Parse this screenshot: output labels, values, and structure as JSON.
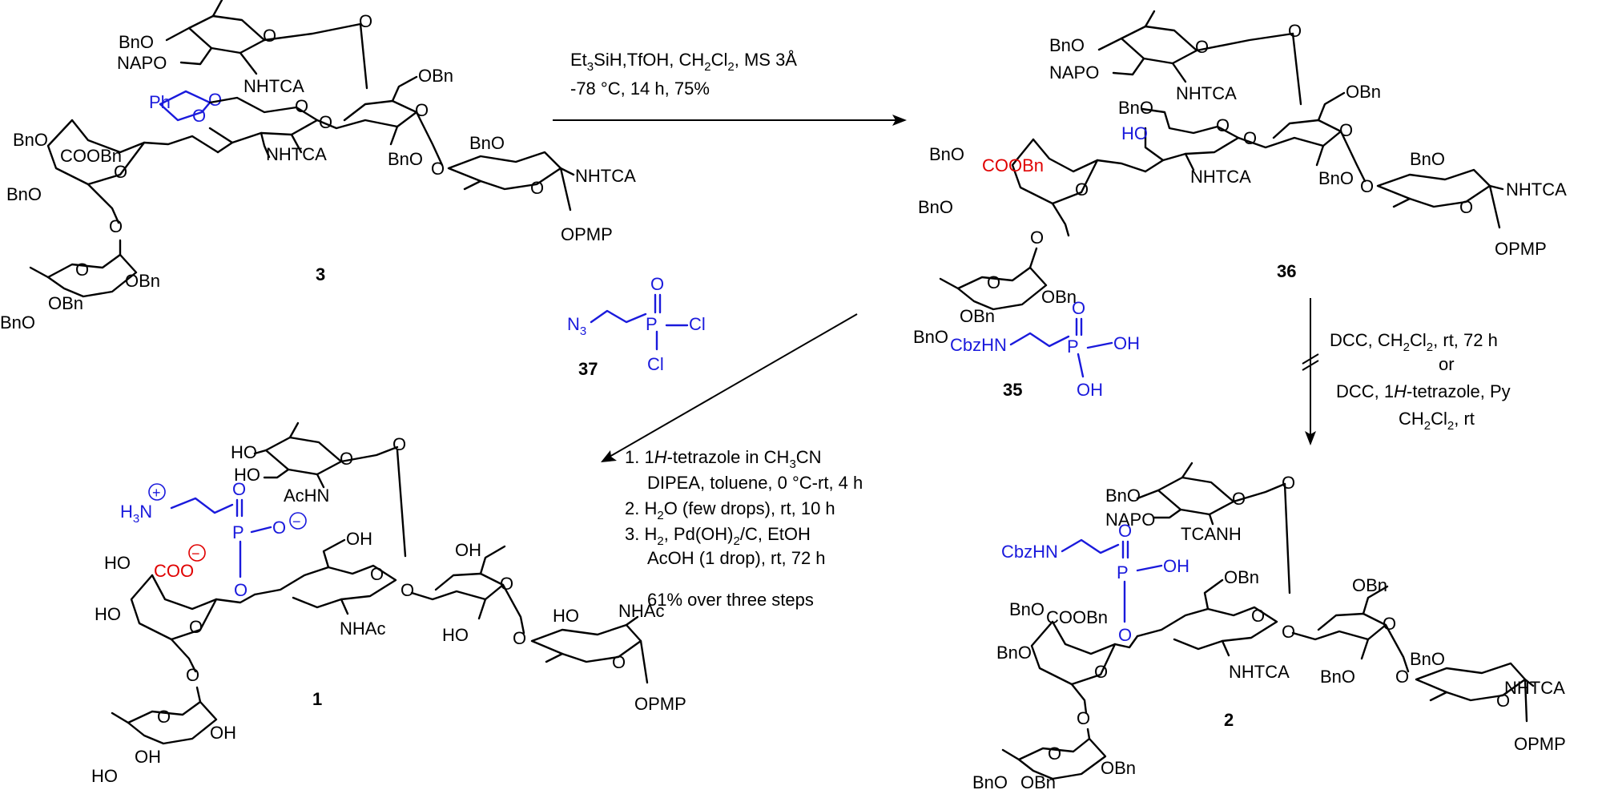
{
  "colors": {
    "ink": "#000000",
    "highlight_blue": "#1a1adc",
    "highlight_red": "#e00000"
  },
  "compounds": {
    "c3": {
      "number": "3",
      "labels": {
        "bno_top": "BnO",
        "napo": "NAPO",
        "nhtca_top": "NHTCA",
        "ph": "Ph",
        "obn_6": "OBn",
        "bno_gal": "BnO",
        "coobn": "COOBn",
        "bno_mid": "BnO",
        "nhtca_mid": "NHTCA",
        "bno_gala": "BnO",
        "bno_r": "BnO",
        "nhtca_r": "NHTCA",
        "opmp": "OPMP",
        "obn_fuc": "OBn",
        "obn_fuc2": "OBn",
        "bno_fuc": "BnO"
      }
    },
    "c36": {
      "number": "36",
      "labels": {
        "bno_top": "BnO",
        "napo": "NAPO",
        "nhtca_top": "NHTCA",
        "obn_6": "OBn",
        "bno_cl": "BnO",
        "ho": "HO",
        "bno_gal": "BnO",
        "coobn": "COOBn",
        "nhtca_mid": "NHTCA",
        "bno_mid": "BnO",
        "bno_gala": "BnO",
        "bno_r": "BnO",
        "nhtca_r": "NHTCA",
        "opmp": "OPMP",
        "obn_fuc": "OBn",
        "obn_fuc2": "OBn",
        "bno_fuc": "BnO"
      }
    },
    "c37": {
      "number": "37",
      "labels": {
        "n3": "N",
        "n3_sub": "3",
        "o": "O",
        "p": "P",
        "cl1": "Cl",
        "cl2": "Cl"
      }
    },
    "c35": {
      "number": "35",
      "labels": {
        "cbzhn": "CbzHN",
        "o": "O",
        "p": "P",
        "oh1": "OH",
        "oh2": "OH"
      }
    },
    "c1": {
      "number": "1",
      "labels": {
        "ho1": "HO",
        "ho2": "HO",
        "achn": "AcHN",
        "h3n": "H",
        "h3n_sub": "3",
        "h3n_n": "N",
        "plus": "+",
        "o_p": "O",
        "p": "P",
        "o_minus": "O",
        "minus": "−",
        "oh_6": "OH",
        "ho_gal": "HO",
        "coo": "COO",
        "coo_minus": "−",
        "o_link": "O",
        "ho_gal2": "HO",
        "oh_gala": "OH",
        "nhac": "NHAc",
        "ho_gala2": "HO",
        "ho_r": "HO",
        "nhac_r": "NHAc",
        "opmp": "OPMP",
        "oh_fuc": "OH",
        "oh_fuc2": "OH",
        "ho_fuc": "HO"
      }
    },
    "c2": {
      "number": "2",
      "labels": {
        "bno_top": "BnO",
        "napo": "NAPO",
        "tcanh": "TCANH",
        "cbzhn": "CbzHN",
        "o_p": "O",
        "p": "P",
        "oh_p": "OH",
        "o_link": "O",
        "obn_6": "OBn",
        "obn_6b": "OBn",
        "bno_gal": "BnO",
        "coobn": "COOBn",
        "bno_mid": "BnO",
        "nhtca_mid": "NHTCA",
        "bno_gala": "BnO",
        "bno_r": "BnO",
        "nhtca_r": "NHTCA",
        "opmp": "OPMP",
        "obn_fuc": "OBn",
        "obn_fuc2": "OBn",
        "bno_fuc": "BnO"
      }
    }
  },
  "reactions": {
    "r1": {
      "line1_a": "Et",
      "line1_b": "3",
      "line1_c": "SiH,TfOH, CH",
      "line1_d": "2",
      "line1_e": "Cl",
      "line1_f": "2",
      "line1_g": ", MS 3Å",
      "line2": "-78 °C, 14 h, 75%"
    },
    "r2": {
      "step1_a": "1. 1",
      "step1_b": "H",
      "step1_c": "-tetrazole in CH",
      "step1_d": "3",
      "step1_e": "CN",
      "step1_line2": "DIPEA, toluene, 0 °C-rt, 4 h",
      "step2_a": "2. H",
      "step2_b": "2",
      "step2_c": "O (few drops), rt, 10 h",
      "step3_a": "3. H",
      "step3_b": "2",
      "step3_c": ", Pd(OH)",
      "step3_d": "2",
      "step3_e": "/C, EtOH",
      "step3_line2": "AcOH (1 drop), rt, 72 h",
      "yield": "61% over three steps"
    },
    "r3": {
      "line1_a": "DCC, CH",
      "line1_b": "2",
      "line1_c": "Cl",
      "line1_d": "2",
      "line1_e": ", rt, 72 h",
      "or": "or",
      "line3_a": "DCC, 1",
      "line3_b": "H",
      "line3_c": "-tetrazole, Py",
      "line4_a": "CH",
      "line4_b": "2",
      "line4_c": "Cl",
      "line4_d": "2",
      "line4_e": ", rt"
    }
  }
}
